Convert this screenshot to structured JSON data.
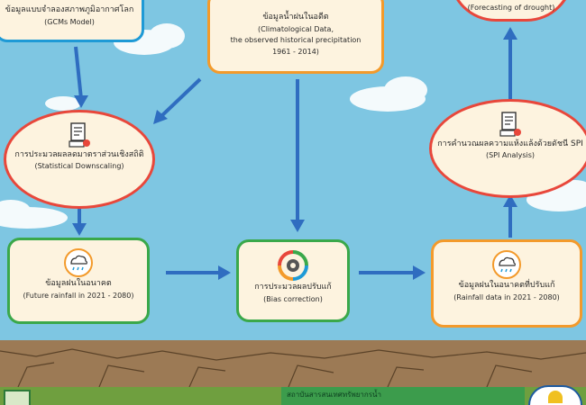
{
  "nodes": {
    "gcm": {
      "title": "ข้อมูลแบบจำลองสภาพภูมิอากาศโลก",
      "sub": "(GCMs Model)"
    },
    "historical": {
      "title": "ข้อมูลน้ำฝนในอดีต",
      "sub1": "(Climatological Data,",
      "sub2": "the observed historical precipitation",
      "sub3": "1961 - 2014)"
    },
    "forecast": {
      "sub": "(Forecasting of drought)"
    },
    "downscaling": {
      "title": "การประมวลผลลดมาตราส่วนเชิงสถิติ",
      "sub": "(Statistical Downscaling)"
    },
    "spi": {
      "title": "การคำนวณผลความแห้งแล้งด้วยดัชนี SPI",
      "sub": "(SPI Analysis)"
    },
    "future_rain": {
      "title": "ข้อมูลฝนในอนาคต",
      "sub": "(Future rainfall in 2021 - 2080)"
    },
    "bias": {
      "title": "การประมวลผลปรับแก้",
      "sub": "(Bias correction)"
    },
    "corrected_rain": {
      "title": "ข้อมูลฝนในอนาคตที่ปรับแก้",
      "sub": "(Rainfall data in 2021 - 2080)"
    }
  },
  "footer": {
    "text": "สถาบันสารสนเทศทรัพยากรน้ำ"
  },
  "colors": {
    "green": "#3aa84a",
    "orange": "#f39a2b",
    "blue": "#1e9ad6",
    "red": "#e8473b",
    "arrow": "#2f6dc0"
  }
}
